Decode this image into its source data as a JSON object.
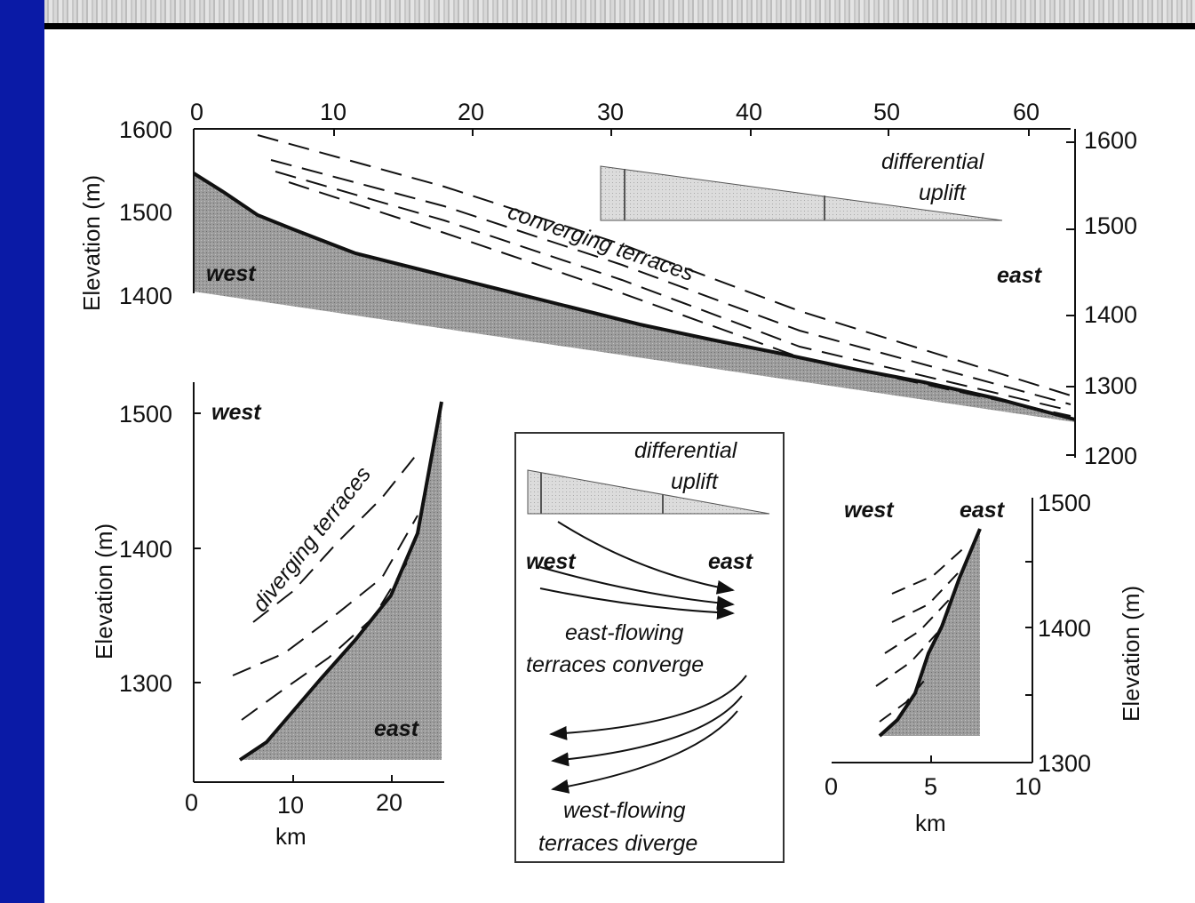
{
  "colors": {
    "background": "#0a1aa6",
    "frame": "#ffffff",
    "fill": "#9a9a9a",
    "line": "#111111"
  },
  "top_panel": {
    "x_ticks": [
      "0",
      "10",
      "20",
      "30",
      "40",
      "50",
      "60"
    ],
    "y_left_label": "Elevation (m)",
    "y_left_ticks": [
      "1600",
      "1500",
      "1400"
    ],
    "y_right_ticks": [
      "1600",
      "1500",
      "1400",
      "1300",
      "1200"
    ],
    "labels": {
      "west": "west",
      "east": "east",
      "converging": "converging terraces",
      "diff1": "differential",
      "diff2": "uplift"
    }
  },
  "left_panel": {
    "y_label": "Elevation (m)",
    "y_ticks": [
      "1500",
      "1400",
      "1300"
    ],
    "x_ticks": [
      "0",
      "10",
      "20"
    ],
    "x_label": "km",
    "labels": {
      "west": "west",
      "east": "east",
      "diverging": "diverging terraces"
    }
  },
  "middle_panel": {
    "diff1": "differential",
    "diff2": "uplift",
    "west": "west",
    "east": "east",
    "conv1": "east-flowing",
    "conv2": "terraces converge",
    "div1": "west-flowing",
    "div2": "terraces diverge"
  },
  "right_panel": {
    "y_label": "Elevation (m)",
    "y_ticks": [
      "1500",
      "1400",
      "1300"
    ],
    "x_ticks": [
      "0",
      "5",
      "10"
    ],
    "x_label": "km",
    "labels": {
      "west": "west",
      "east": "east"
    }
  }
}
